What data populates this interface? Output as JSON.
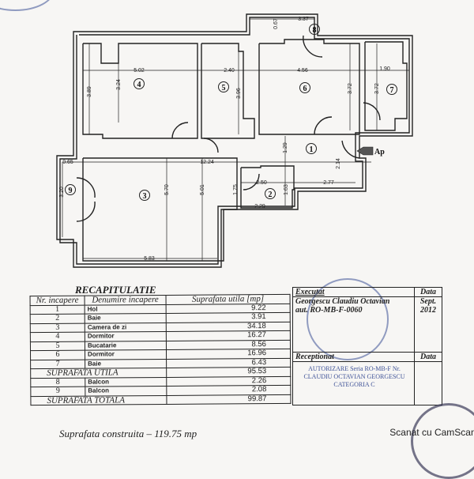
{
  "plan": {
    "rooms": [
      "1",
      "2",
      "3",
      "4",
      "5",
      "6",
      "7",
      "8",
      "9"
    ],
    "entrance_label": "Ap",
    "dimensions": {
      "d502": "5.02",
      "d240": "2.40",
      "d456": "4.56",
      "d190": "1.90",
      "d337": "3.37",
      "d067": "0.67",
      "d389": "3.89",
      "d324": "3.24",
      "d396": "3.96",
      "d372a": "3.72",
      "d372b": "3.72",
      "d129": "1.29",
      "d1224": "12.24",
      "d065": "0.65",
      "d214": "2.14",
      "d250": "2.50",
      "d163": "1.63",
      "d277": "2.77",
      "d175": "1.75",
      "d229": "2.29",
      "d570": "5.70",
      "d501": "5.01",
      "d320": "3.20",
      "d583": "5.83"
    }
  },
  "recap": {
    "title": "RECAPITULATIE",
    "headers": [
      "Nr. incapere",
      "Denumire incapere",
      "Suprafata utila [mp]"
    ],
    "rows": [
      {
        "nr": "1",
        "name": "Hol",
        "area": "9.22"
      },
      {
        "nr": "2",
        "name": "Baie",
        "area": "3.91"
      },
      {
        "nr": "3",
        "name": "Camera de zi",
        "area": "34.18"
      },
      {
        "nr": "4",
        "name": "Dormitor",
        "area": "16.27"
      },
      {
        "nr": "5",
        "name": "Bucatarie",
        "area": "8.56"
      },
      {
        "nr": "6",
        "name": "Dormitor",
        "area": "16.96"
      },
      {
        "nr": "7",
        "name": "Baie",
        "area": "6.43"
      }
    ],
    "utila_label": "SUPRAFATA UTILA",
    "utila_value": "95.53",
    "balcony_rows": [
      {
        "nr": "8",
        "name": "Balcon",
        "area": "2.26"
      },
      {
        "nr": "9",
        "name": "Balcon",
        "area": "2.08"
      }
    ],
    "totala_label": "SUPRAFATA TOTALA",
    "totala_value": "99.87",
    "construita": "Suprafata construita – 119.75 mp"
  },
  "executant": {
    "executat_label": "Executat",
    "data_label": "Data",
    "name": "Georgescu Claudiu Octavian",
    "authorization": "aut. RO-MB-F-0060",
    "date": "Sept. 2012",
    "receptionat_label": "Receptionat",
    "data_label2": "Data",
    "stamp_text": "AUTORIZARE Seria RO-MB-F Nr. CLAUDIU OCTAVIAN GEORGESCU CATEGORIA C"
  },
  "watermark": "Scanat cu CamScanner",
  "colors": {
    "ink": "#222222",
    "stamp": "#3c5096",
    "paper": "#f7f6f4"
  }
}
